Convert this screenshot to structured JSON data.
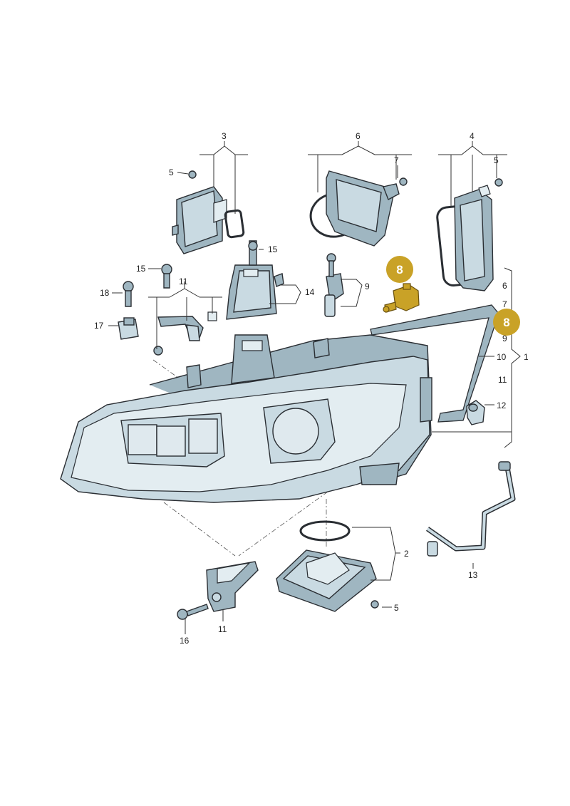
{
  "callouts": {
    "c1": "1",
    "c2": "2",
    "c3": "3",
    "c4": "4",
    "c5a": "5",
    "c5b": "5",
    "c5c": "5",
    "c6a": "6",
    "c6b": "6",
    "c7a": "7",
    "c7b": "7",
    "c9a": "9",
    "c9b": "9",
    "c10": "10",
    "c11a": "11",
    "c11b": "11",
    "c11c": "11",
    "c12": "12",
    "c13": "13",
    "c14": "14",
    "c15a": "15",
    "c15b": "15",
    "c16": "16",
    "c17": "17",
    "c18": "18"
  },
  "highlight": {
    "badge1": "8",
    "badge2": "8",
    "color": "#c9a227"
  }
}
